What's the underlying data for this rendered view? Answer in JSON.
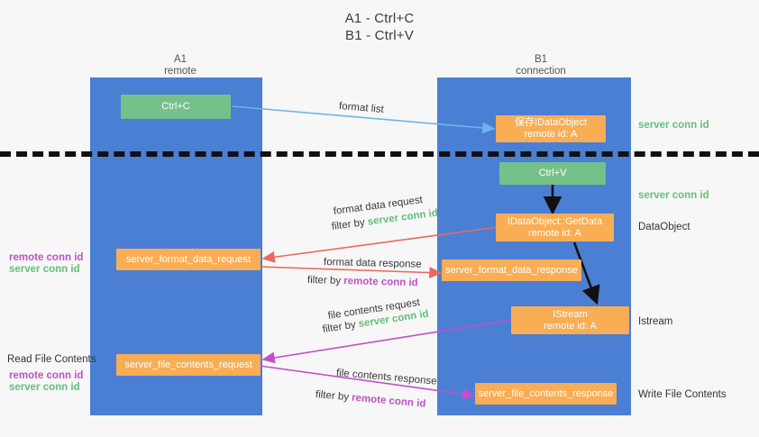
{
  "title": {
    "line1": "A1 - Ctrl+C",
    "line2": "B1 - Ctrl+V"
  },
  "columns": [
    {
      "name": "A1",
      "sub": "remote"
    },
    {
      "name": "B1",
      "sub": "connection"
    }
  ],
  "boxes": {
    "ctrl_c": {
      "label": "Ctrl+C"
    },
    "ctrl_v": {
      "label": "Ctrl+V"
    },
    "save_idataobject": {
      "line1": "保存IDataObject",
      "line2": "remote id: A"
    },
    "getdata": {
      "line1": "IDataObject::GetData",
      "line2": "remote id: A"
    },
    "istream": {
      "line1": "IStream",
      "line2": "remote id: A"
    },
    "server_format_data_request": {
      "label": "server_format_data_request"
    },
    "server_format_data_response": {
      "label": "server_format_data_response"
    },
    "server_file_contents_request": {
      "label": "server_file_contents_request"
    },
    "server_file_contents_response": {
      "label": "server_file_contents_response"
    }
  },
  "right_labels": {
    "server_conn_id_1": "server conn id",
    "server_conn_id_2": "server conn id",
    "dataobject": "DataObject",
    "istream": "Istream",
    "write_file_contents": "Write File Contents"
  },
  "left_labels": {
    "remote_conn_id_1": "remote conn id",
    "server_conn_id_1": "server conn id",
    "read_file_contents": "Read File Contents",
    "remote_conn_id_2": "remote conn id",
    "server_conn_id_2": "server conn id"
  },
  "edges": {
    "format_list": "format list",
    "format_data_request": "format data request",
    "format_data_request_filter_prefix": "filter by ",
    "format_data_request_filter_value": "server conn id",
    "format_data_response": "format data response",
    "format_data_response_filter_prefix": "filter by ",
    "format_data_response_filter_value": "remote conn id",
    "file_contents_request": "file contents request",
    "file_contents_request_filter_prefix": "filter by ",
    "file_contents_request_filter_value": "server conn id",
    "file_contents_response": "file contents response",
    "file_contents_response_filter_prefix": "filter by ",
    "file_contents_response_filter_value": "remote conn id"
  },
  "colors": {
    "lane": "#4a7fd4",
    "green_box": "#76c18a",
    "orange_box": "#f9ad54",
    "green_text": "#63bf7a",
    "purple_text": "#c050c8",
    "red_arrow": "#e8695e",
    "magenta_arrow": "#c24fc8",
    "blue_arrow": "#6fb4e8",
    "black_arrow": "#111111",
    "background": "#f7f7f7"
  }
}
